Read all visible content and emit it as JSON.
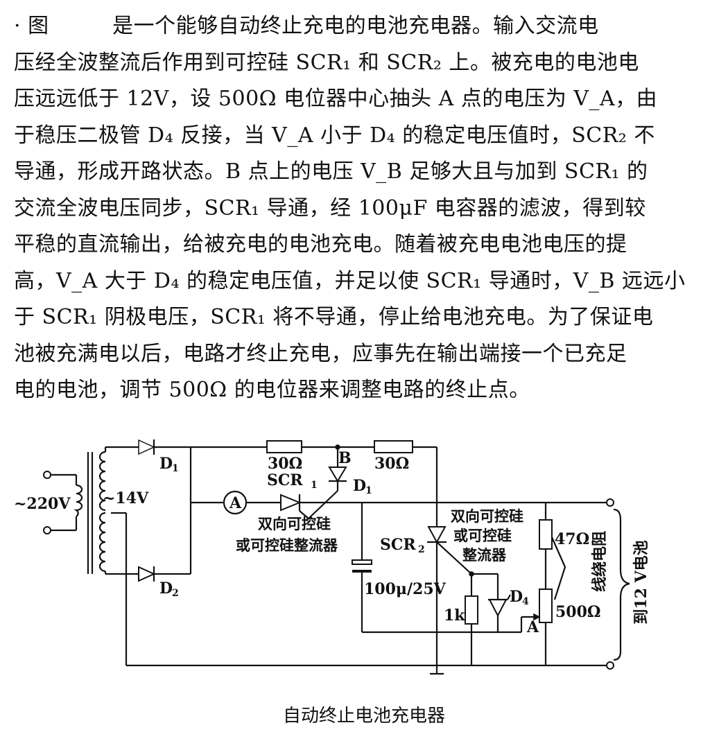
{
  "article": {
    "lines": [
      "· 图　　　是一个能够自动终止充电的电池充电器。输入交流电",
      "压经全波整流后作用到可控硅 SCR₁ 和 SCR₂ 上。被充电的电池电",
      "压远远低于 12V，设 500Ω 电位器中心抽头 A 点的电压为 V_A，由",
      "于稳压二极管 D₄ 反接，当 V_A 小于 D₄ 的稳定电压值时，SCR₂ 不",
      "导通，形成开路状态。B 点上的电压 V_B 足够大且与加到 SCR₁ 的",
      "交流全波电压同步，SCR₁ 导通，经 100μF 电容器的滤波，得到较",
      "平稳的直流输出，给被充电的电池充电。随着被充电电池电压的提",
      "高，V_A 大于 D₄ 的稳定电压值，并足以使 SCR₁ 导通时，V_B 远远小",
      "于 SCR₁ 阴极电压，SCR₁ 将不导通，停止给电池充电。为了保证电",
      "池被充满电以后，电路才终止充电，应事先在输出端接一个已充足",
      "电的电池，调节 500Ω 的电位器来调整电路的终止点。"
    ]
  },
  "circuit": {
    "input_voltage": "~220V",
    "secondary_voltage": "~14V",
    "d1": "D",
    "d1_sub": "1",
    "d2": "D",
    "d2_sub": "2",
    "res1": "30Ω",
    "res2": "30Ω",
    "node_b": "B",
    "scr1": "SCR",
    "scr1_sub": "1",
    "d_gate": "D",
    "d_gate_sub": "1",
    "ammeter": "A",
    "scr1_note_1": "双向可控硅",
    "scr1_note_2": "或可控硅整流器",
    "scr2": "SCR",
    "scr2_sub": "2",
    "scr2_note_1": "双向可控硅",
    "scr2_note_2": "或可控硅",
    "scr2_note_3": "整流器",
    "cap": "100μ/25V",
    "res_1k": "1k",
    "d4": "D",
    "d4_sub": "4",
    "node_a": "A",
    "res_47": "47Ω",
    "pot": "500Ω",
    "wire_res": "线绕电阻",
    "to_battery": "到12 V电池"
  },
  "caption": "自动终止电池充电器"
}
